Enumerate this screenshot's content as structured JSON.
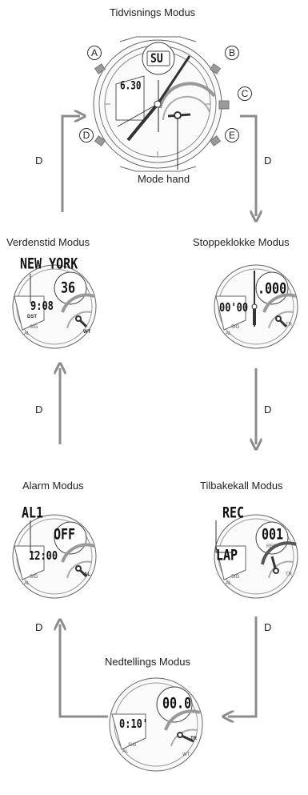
{
  "modes": {
    "timekeeping": "Tidvisnings Modus",
    "worldtime": "Verdenstid Modus",
    "stopwatch": "Stoppeklokke Modus",
    "alarm": "Alarm Modus",
    "recall": "Tilbakekall Modus",
    "countdown": "Nedtellings Modus"
  },
  "buttons": {
    "a": "A",
    "b": "B",
    "c": "C",
    "d": "D",
    "e": "E"
  },
  "mode_hand_label": "Mode hand",
  "arrow_label": "D",
  "displays": {
    "timekeeping_day": "SU",
    "timekeeping_date": "6.30",
    "worldtime_city": "NEW YORK",
    "worldtime_digits": "36",
    "worldtime_time": "9:08",
    "worldtime_dst": "DST",
    "stopwatch_top": ".000",
    "stopwatch_left": "00'00",
    "alarm_name": "AL1",
    "alarm_status": "OFF",
    "alarm_time": "12:00",
    "recall_name": "REC",
    "recall_number": "001",
    "recall_sub": "REC",
    "recall_lap": "LAP",
    "countdown_top": "00.0",
    "countdown_left": "0:10'"
  },
  "dial_labels": {
    "sig": "SIG",
    "al": "AL",
    "tr": "TR",
    "wt": "WT",
    "r": "R"
  }
}
